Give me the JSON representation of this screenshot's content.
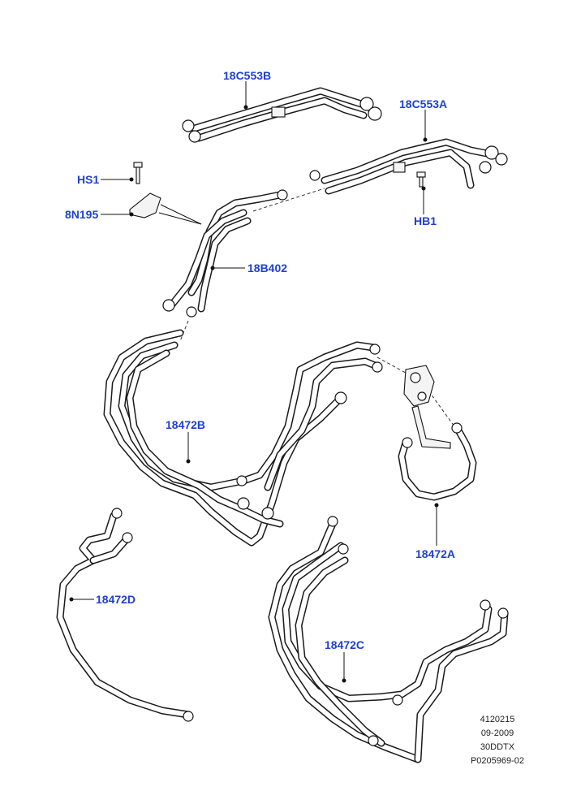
{
  "callouts": {
    "c18C553B": "18C553B",
    "c18C553A": "18C553A",
    "cHS1": "HS1",
    "c8N195": "8N195",
    "cHB1": "HB1",
    "c18B402": "18B402",
    "c18472B": "18472B",
    "c18472A": "18472A",
    "c18472D": "18472D",
    "c18472C": "18472C"
  },
  "reference": {
    "line1": "4120215",
    "line2": "09-2009",
    "line3": "30DDTX",
    "line4": "P0205969-02"
  },
  "colors": {
    "callout_text": "#1f3fd6",
    "line_art": "#1a1a1a",
    "background": "#ffffff"
  }
}
